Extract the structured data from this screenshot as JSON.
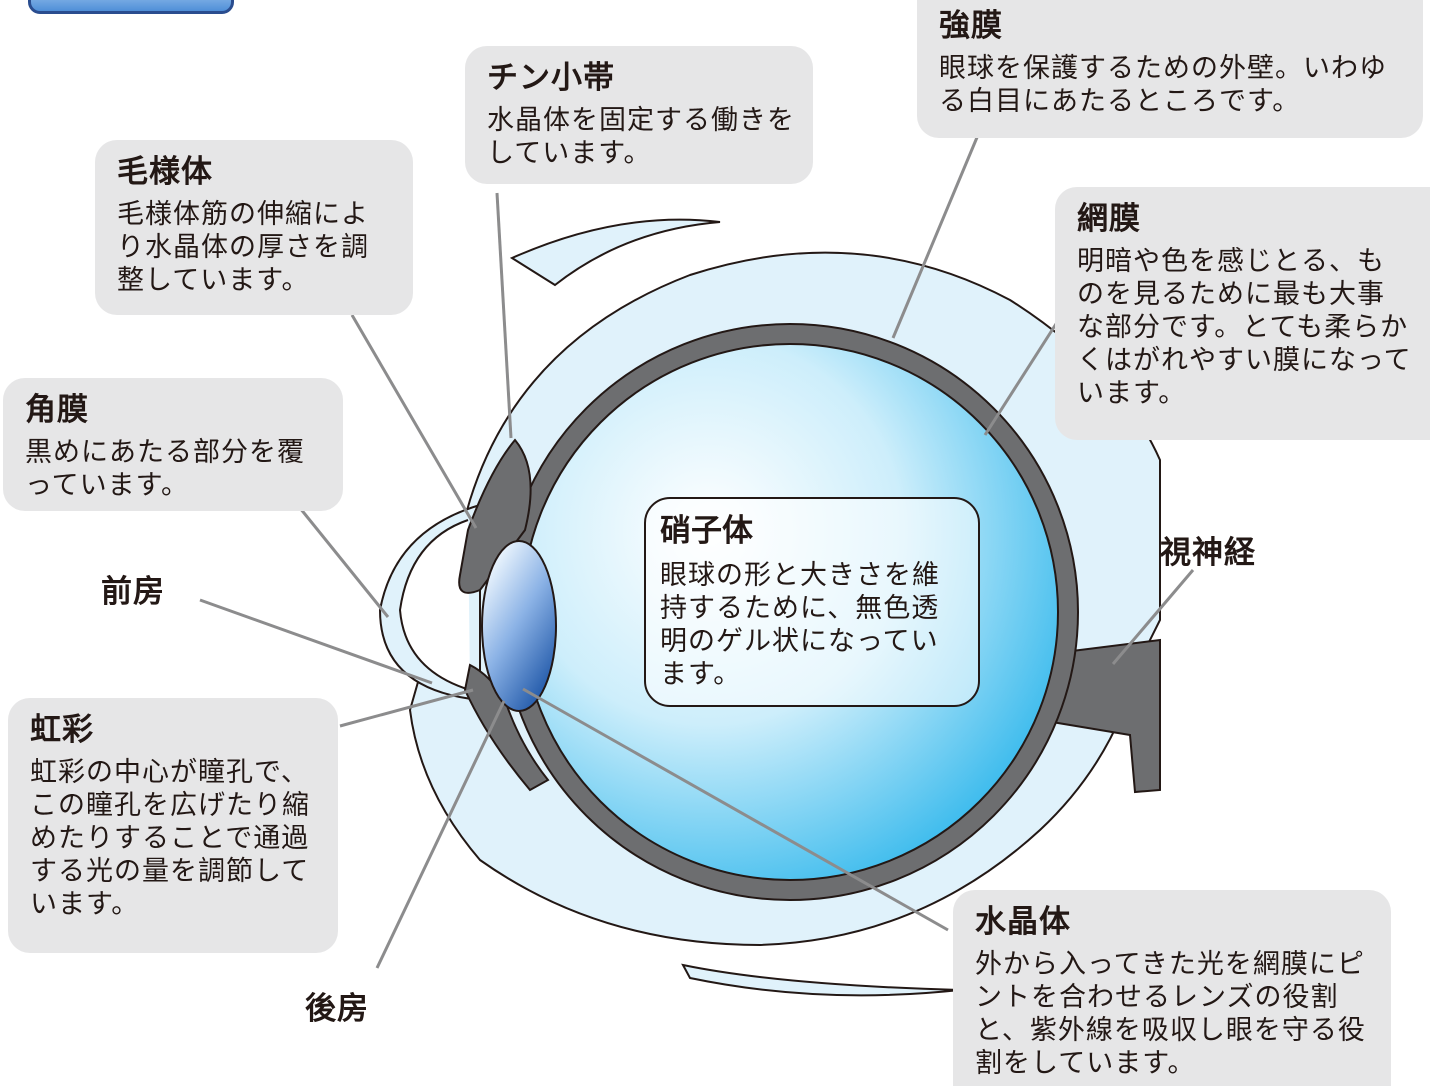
{
  "labels": {
    "kyomaku": {
      "title": "強膜",
      "desc": "眼球を保護するための外壁。いわゆる白目にあたるところです。"
    },
    "chin": {
      "title": "チン小帯",
      "desc": "水晶体を固定する働きをしています。"
    },
    "moyotai": {
      "title": "毛様体",
      "desc": "毛様体筋の伸縮により水晶体の厚さを調整しています。"
    },
    "momaku": {
      "title": "網膜",
      "desc": "明暗や色を感じとる、ものを見るために最も大事な部分です。とても柔らかくはがれやすい膜になっています。"
    },
    "kakumaku": {
      "title": "角膜",
      "desc": "黒めにあたる部分を覆っています。"
    },
    "zenbo": {
      "title": "前房"
    },
    "shoshitai": {
      "title": "硝子体",
      "desc": "眼球の形と大きさを維持するために、無色透明のゲル状になっています。"
    },
    "shishinkei": {
      "title": "視神経"
    },
    "kosai": {
      "title": "虹彩",
      "desc": "虹彩の中心が瞳孔で、この瞳孔を広げたり縮めたりすることで通過する光の量を調節しています。"
    },
    "kobo": {
      "title": "後房"
    },
    "suishotai": {
      "title": "水晶体",
      "desc": "外から入ってきた光を網膜にピントを合わせるレンズの役割と、紫外線を吸収し眼を守る役割をしています。"
    }
  },
  "colors": {
    "box_bg": "#e6e6e7",
    "sclera": "#e0f2fb",
    "choroid": "#6d6e70",
    "vitreous_edge": "#1cb0ea",
    "lens_light": "#eaf4fd",
    "lens_dark": "#1f57a8",
    "leader": "#8c8c8d"
  }
}
